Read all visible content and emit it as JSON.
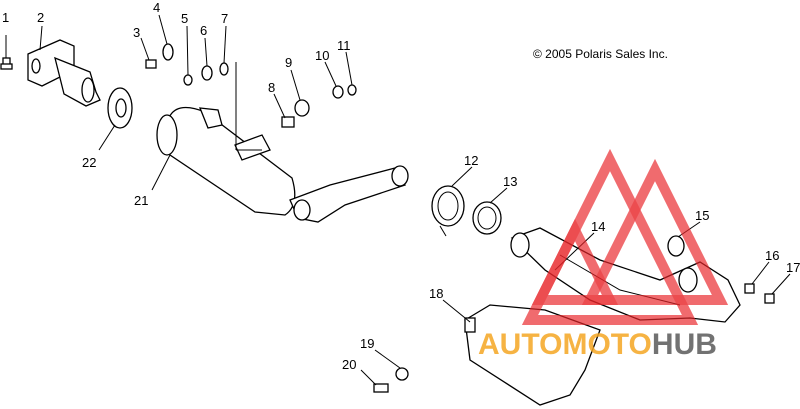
{
  "copyright": "© 2005 Polaris Sales Inc.",
  "callouts": [
    "1",
    "2",
    "3",
    "4",
    "5",
    "6",
    "7",
    "8",
    "9",
    "10",
    "11",
    "12",
    "13",
    "14",
    "15",
    "16",
    "17",
    "18",
    "19",
    "20",
    "21",
    "22"
  ],
  "watermark": {
    "part1": "AUTO",
    "part2": "MOTO",
    "part3": "HUB",
    "colors": {
      "red": "#e8262a",
      "orange": "#f5a623",
      "dark": "#5a5a5a"
    }
  }
}
